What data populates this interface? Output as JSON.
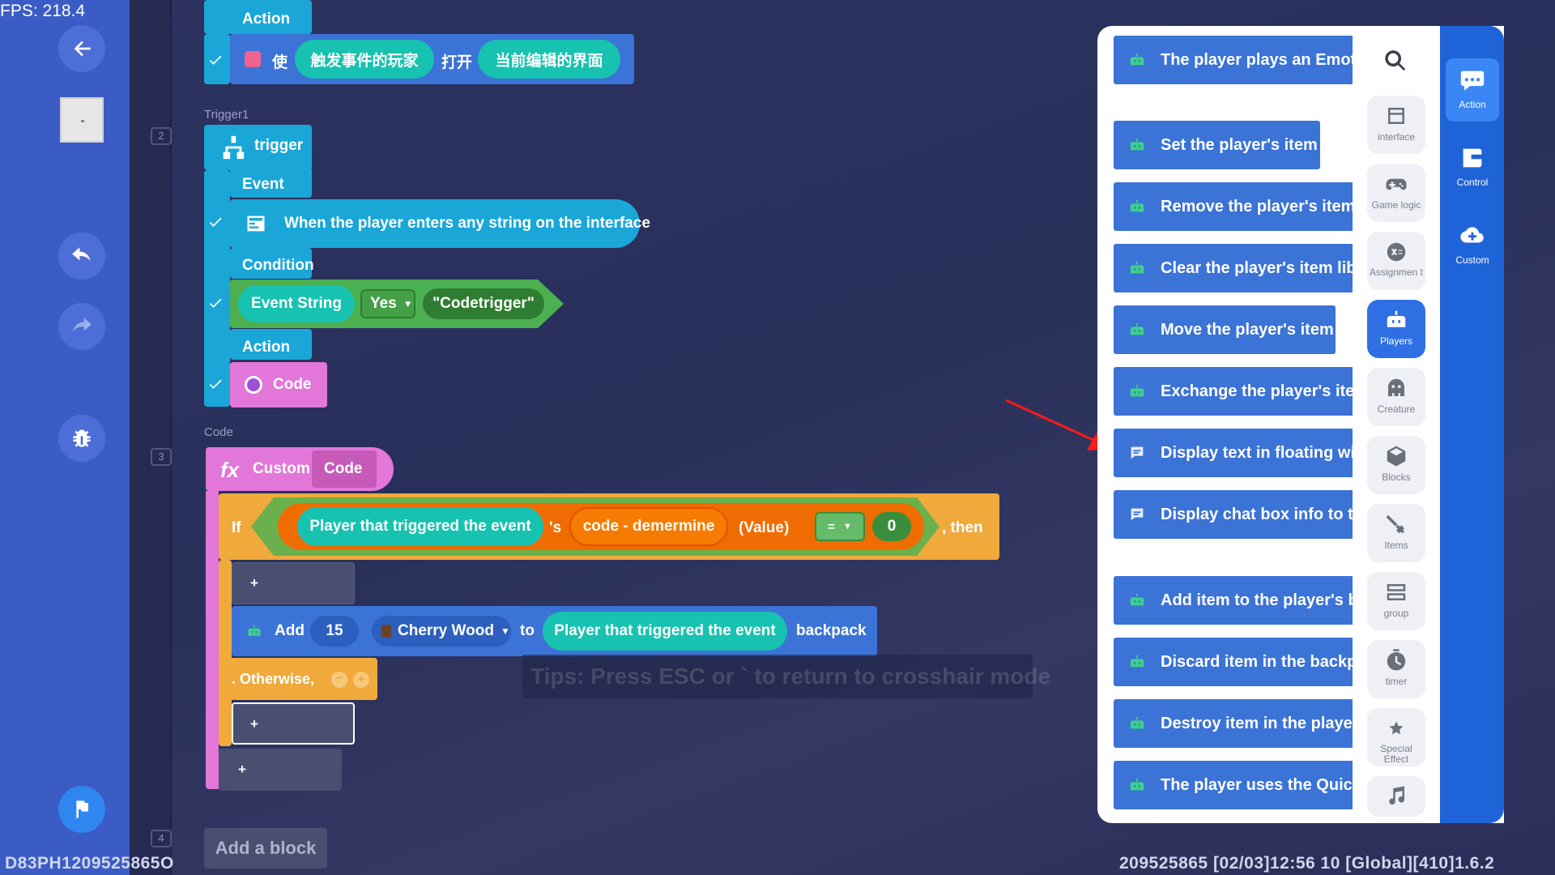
{
  "hud": {
    "fps": "FPS: 218.4",
    "device_id": "D83PH1209525865O",
    "status_line": "209525865   [02/03]12:56 10  [Global][410]1.6.2"
  },
  "editor": {
    "line_numbers": [
      "2",
      "3",
      "4"
    ],
    "sections": [
      "Trigger1",
      "Code"
    ],
    "tip": "Tips: Press ESC or ` to return to crosshair mode",
    "add_block": "Add a block",
    "top_block": {
      "header": "Action",
      "verb": "使",
      "player_pill": "触发事件的玩家",
      "open": "打开",
      "ui_pill": "当前编辑的界面"
    },
    "trigger_block": {
      "title": "trigger",
      "event_label": "Event",
      "event_text": "When the player enters any string on the interface",
      "condition_label": "Condition",
      "cond_pill": "Event String",
      "cond_op": "Yes",
      "cond_value": "\"Codetrigger\"",
      "action_label": "Action",
      "action_text": "Code"
    },
    "code_block": {
      "fx": "fx",
      "custom_label": "Custom",
      "name": "Code",
      "if": "If",
      "player_pill": "Player that triggered the event",
      "poss": "'s",
      "var_pill": "code - demermine",
      "value": "(Value)",
      "op": "=",
      "num": "0",
      "then": ", then",
      "plus": "+",
      "add": "Add",
      "qty": "15",
      "item": "Cherry Wood",
      "to": "to",
      "target": "Player that triggered the event",
      "backpack": "backpack",
      "otherwise": ". Otherwise,"
    }
  },
  "panel": {
    "items": [
      {
        "label": "The player plays an Emote",
        "icon": "robot-icon"
      },
      {
        "label": "Set the player's item",
        "icon": "robot-icon"
      },
      {
        "label": "Remove the player's item",
        "icon": "robot-icon"
      },
      {
        "label": "Clear the player's item libra",
        "icon": "robot-icon"
      },
      {
        "label": "Move the player's item",
        "icon": "robot-icon"
      },
      {
        "label": "Exchange the player's items",
        "icon": "robot-icon"
      },
      {
        "label": "Display text in floating winc",
        "icon": "chat-icon"
      },
      {
        "label": "Display chat box info to the",
        "icon": "chat-icon"
      },
      {
        "label": "Add item to the player's bac",
        "icon": "robot-icon"
      },
      {
        "label": "Discard item in the backpac",
        "icon": "robot-icon"
      },
      {
        "label": "Destroy item in the player's",
        "icon": "robot-icon"
      },
      {
        "label": "The player uses the Quick E",
        "icon": "robot-icon"
      }
    ],
    "categories": [
      {
        "label": "interface",
        "icon": "interface-icon"
      },
      {
        "label": "Game logic",
        "icon": "gamepad-icon"
      },
      {
        "label": "Assignmen t",
        "icon": "assignment-icon"
      },
      {
        "label": "Players",
        "icon": "robot-icon"
      },
      {
        "label": "Creature",
        "icon": "creature-icon"
      },
      {
        "label": "Blocks",
        "icon": "cube-icon"
      },
      {
        "label": "Items",
        "icon": "sword-icon"
      },
      {
        "label": "group",
        "icon": "group-icon"
      },
      {
        "label": "timer",
        "icon": "timer-icon"
      },
      {
        "label": "Special Effect",
        "icon": "star-icon"
      },
      {
        "label": "",
        "icon": "music-icon"
      }
    ],
    "tabs": [
      {
        "label": "Action",
        "icon": "chat-bubble-icon"
      },
      {
        "label": "Control",
        "icon": "control-icon"
      },
      {
        "label": "Custom",
        "icon": "cloud-plus-icon"
      }
    ]
  },
  "colors": {
    "editor_bg": "#2a2f5a",
    "left_bar": "#3b5cc4",
    "action_blue": "#3b73d6",
    "trigger_cyan": "#1aa7d8",
    "pill_teal": "#17c2b0",
    "cond_green": "#4caf50",
    "code_pink": "#e376d9",
    "if_orange": "#f0a93b",
    "arrow_red": "#ff1a1a"
  }
}
